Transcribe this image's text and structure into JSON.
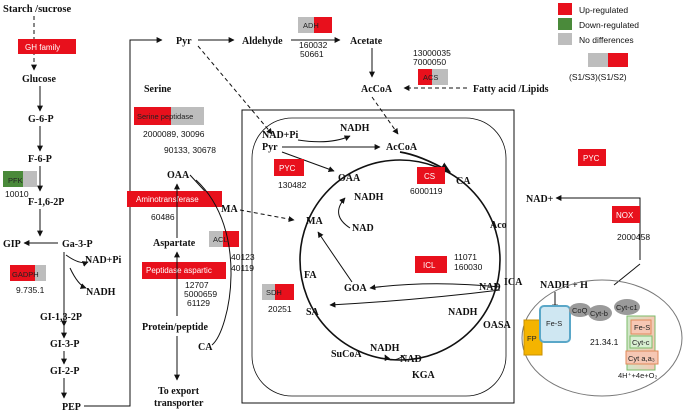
{
  "colors": {
    "up": "#e8101c",
    "down": "#4a8a3a",
    "nodiff": "#bdbdbd"
  },
  "legend": {
    "up": "Up-regulated",
    "down": "Down-regulated",
    "nodiff": "No differences",
    "sample": "(S1/S3)(S1/S2)"
  },
  "metabolites": {
    "starch": "Starch /sucrose",
    "glucose": "Glucose",
    "g6p": "G-6-P",
    "f6p": "F-6-P",
    "f16p": "F-1,6-2P",
    "gip": "GIP",
    "ga3p": "Ga-3-P",
    "nadpi_left": "NAD+Pi",
    "nadh_left": "NADH",
    "gi13": "GI-1,3-2P",
    "gi3p": "GI-3-P",
    "gi2p": "GI-2-P",
    "pep": "PEP",
    "pyr_top": "Pyr",
    "aldehyde": "Aldehyde",
    "acetate": "Acetate",
    "acoa_top": "AcCoA",
    "fatty": "Fatty acid /Lipids",
    "serine": "Serine",
    "oaa_mid": "OAA",
    "ma_mid": "MA",
    "aspartate": "Aspartate",
    "protein": "Protein/peptide",
    "ca_bottom": "CA",
    "export": "To export",
    "transporter": "transporter",
    "nadpi_in": "NAD+Pi",
    "nadh_in": "NADH",
    "pyr_in": "Pyr",
    "acoa_in": "AcCoA",
    "oaa_c": "OAA",
    "ca_c": "CA",
    "nadh_c1": "NADH",
    "ma_c": "MA",
    "nad_c1": "NAD",
    "aco": "Aco",
    "fa": "FA",
    "goa": "GOA",
    "ica": "ICA",
    "nad_c2": "NAD",
    "sa": "SA",
    "nadh_c2": "NADH",
    "oasa": "OASA",
    "sucoa": "SuCoA",
    "nadh_c3": "NADH",
    "nad_c3": "NAD",
    "kga": "KGA",
    "nadplus": "NAD+",
    "nadh_h": "NADH  +  H",
    "h2o": "4H⁺+4e+O₂"
  },
  "enzymes": {
    "gh": "GH family",
    "pfk": "PFK",
    "gadph": "GADPH",
    "adh": "ADH",
    "acs": "ACS",
    "serpep": "Serine peptidase",
    "amino": "Aminotransferase",
    "acl": "ACL",
    "pepasp": "Peptidase aspartic",
    "pyc_in": "PYC",
    "cs": "CS",
    "icl": "ICL",
    "sdh": "SDH",
    "pyc_out": "PYC",
    "nox": "NOX"
  },
  "ids": {
    "pfk": "10010",
    "gadph": "9.735.1",
    "adh1": "160032",
    "adh2": "50661",
    "acs1": "13000035",
    "acs2": "7000050",
    "ser1": "2000089,   30096",
    "ser2": "90133,    30678",
    "amino": "60486",
    "acl1": "40123",
    "acl2": "40119",
    "asp1": "12707",
    "asp2": "5000659",
    "asp3": "61129",
    "pyc": "130482",
    "cs": "6000119",
    "icl1": "11071",
    "icl2": "160030",
    "sdh": "20251",
    "nox": "2000458",
    "etc": "21.34.1"
  },
  "etc_labels": {
    "fp": "FP",
    "fes1": "Fe-S",
    "coq": "CoQ",
    "cytb": "Cyt-b",
    "cytc1": "Cyt-c1",
    "fes2": "Fe-S",
    "cytc": "Cyt-c",
    "cytaa3": "Cyt a,a₃"
  }
}
